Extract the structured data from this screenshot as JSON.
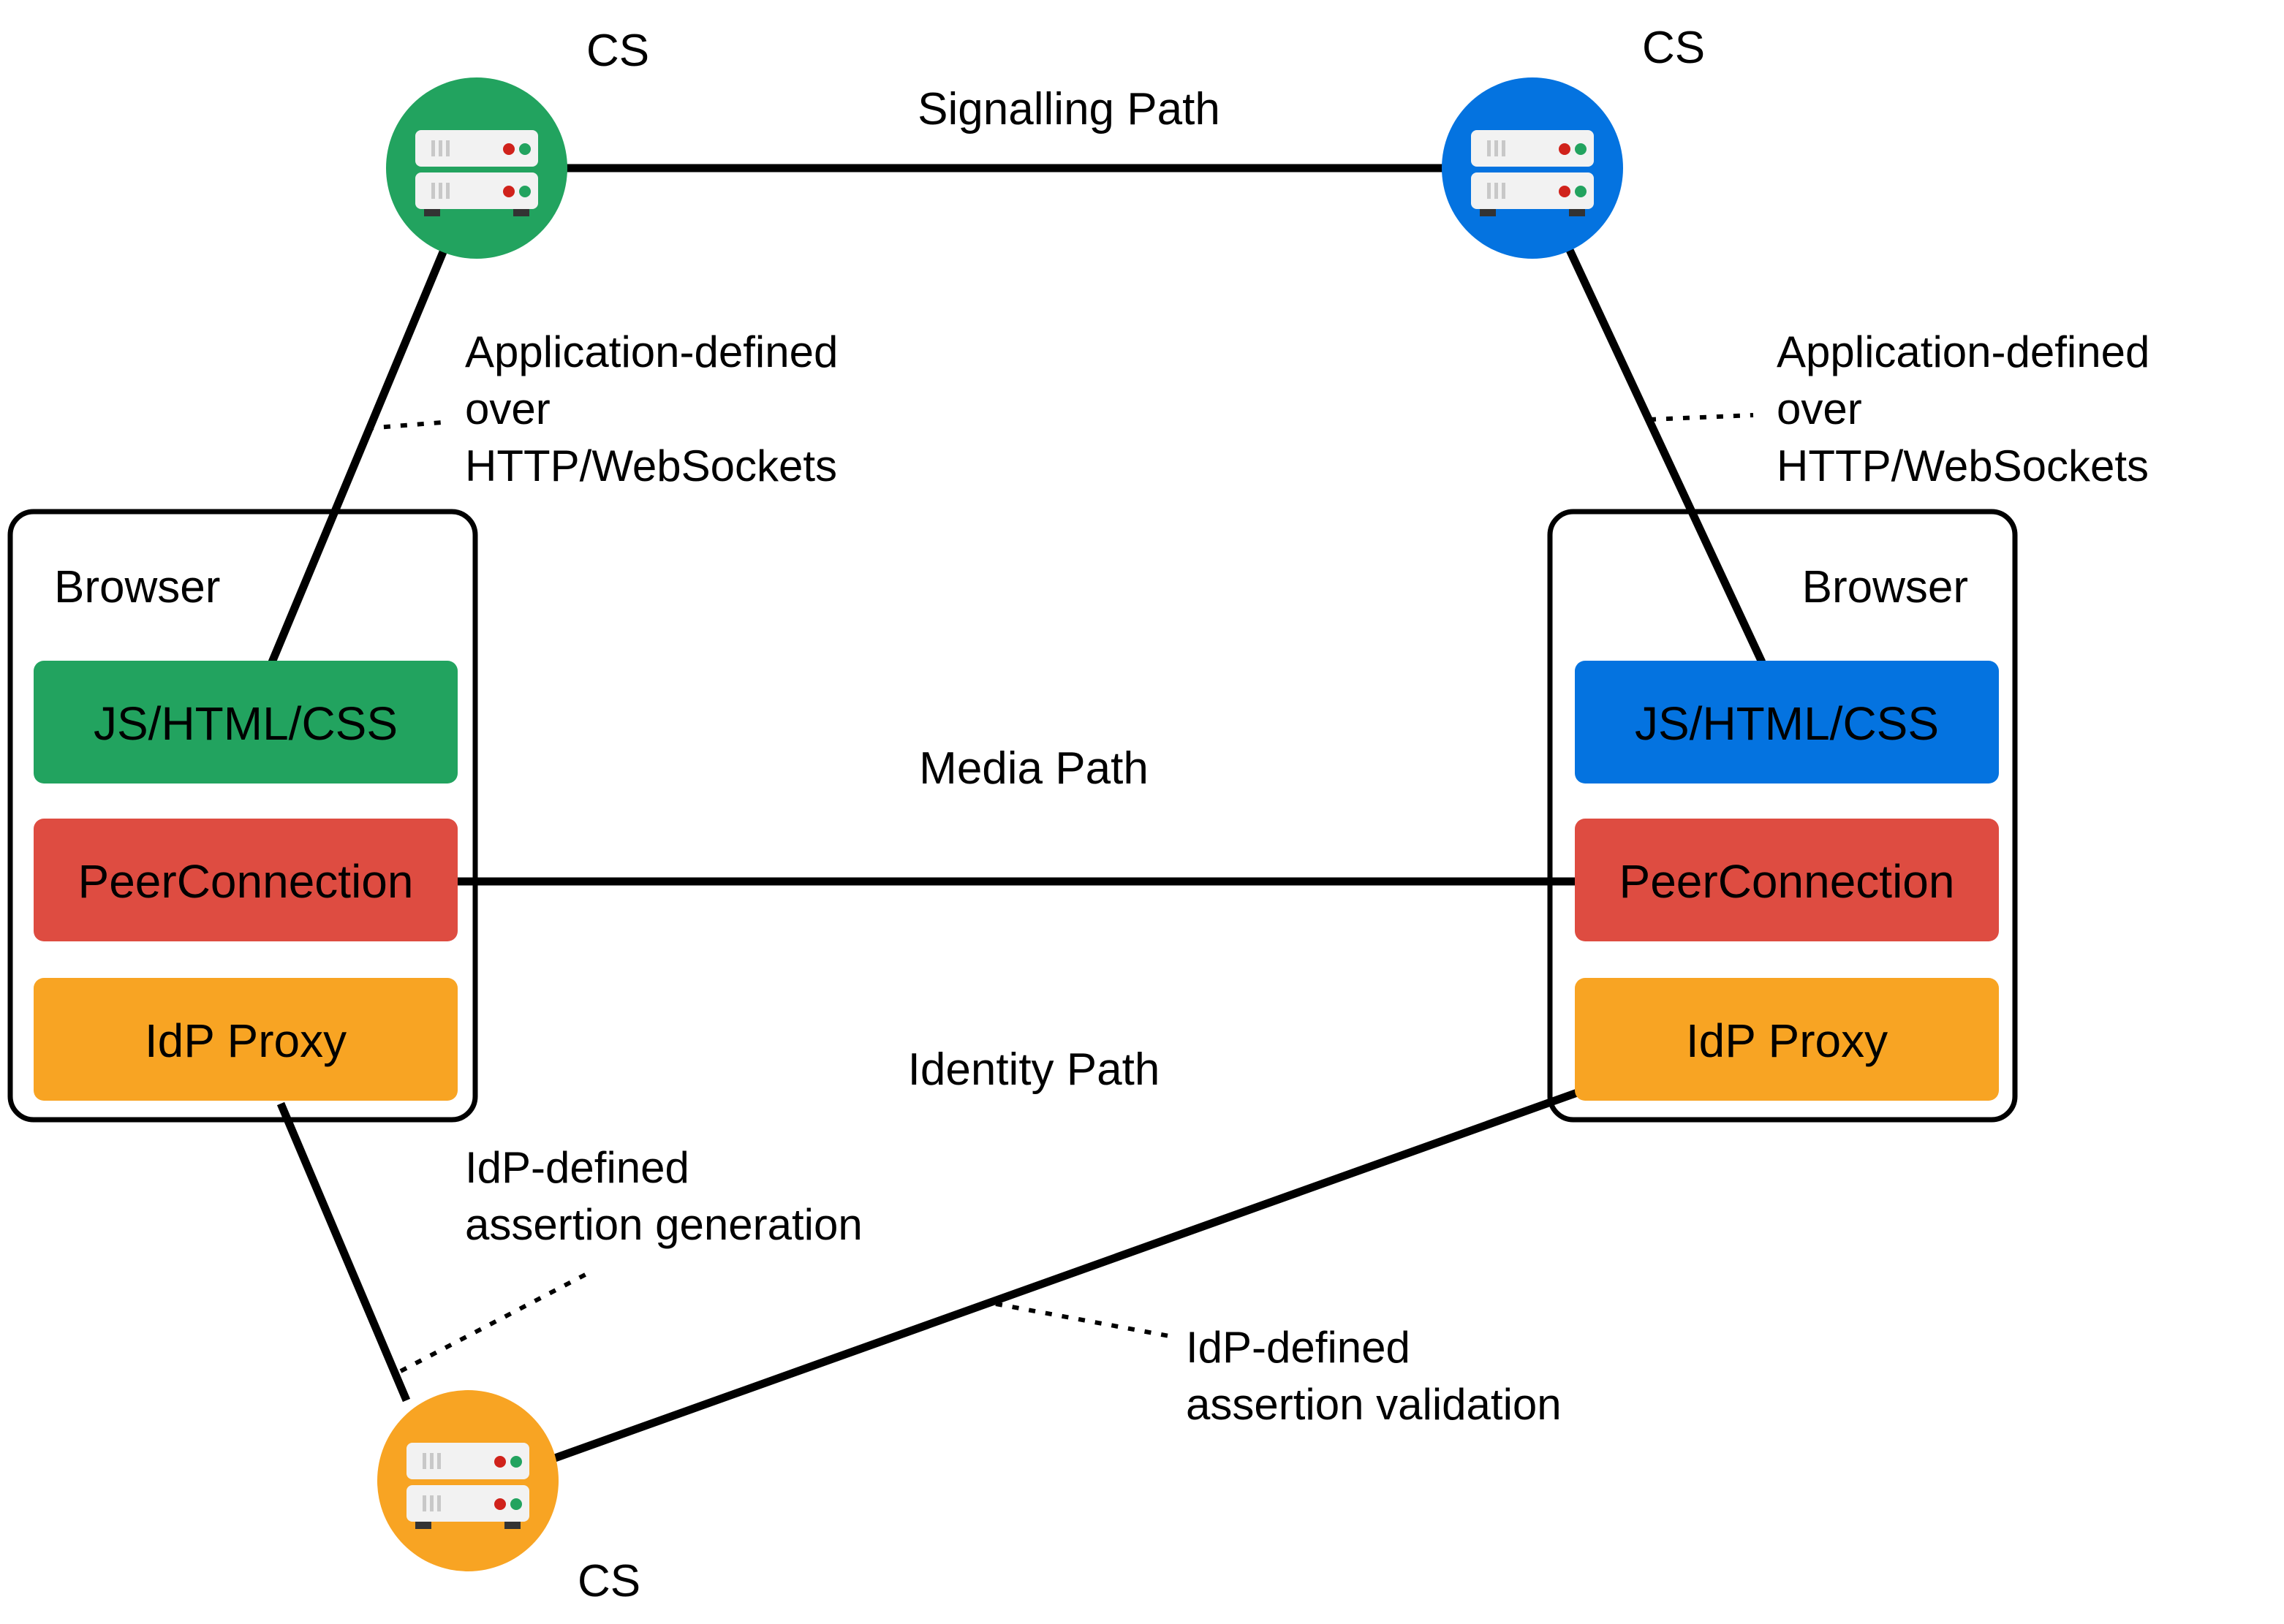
{
  "nodes": {
    "cs_top_left": {
      "label": "CS",
      "color": "#22a35f",
      "icon": "server-icon"
    },
    "cs_top_right": {
      "label": "CS",
      "color": "#0473e0",
      "icon": "server-icon"
    },
    "cs_bottom": {
      "label": "CS",
      "color": "#f8a423",
      "icon": "server-icon"
    }
  },
  "browsers": {
    "left": {
      "title": "Browser",
      "layers": {
        "app": {
          "label": "JS/HTML/CSS",
          "color": "#22a35f"
        },
        "peer": {
          "label": "PeerConnection",
          "color": "#de4c41"
        },
        "idp": {
          "label": "IdP Proxy",
          "color": "#f8a423"
        }
      }
    },
    "right": {
      "title": "Browser",
      "layers": {
        "app": {
          "label": "JS/HTML/CSS",
          "color": "#0473e0"
        },
        "peer": {
          "label": "PeerConnection",
          "color": "#de4c41"
        },
        "idp": {
          "label": "IdP Proxy",
          "color": "#f8a423"
        }
      }
    }
  },
  "paths": {
    "signalling": "Signalling Path",
    "media": "Media Path",
    "identity": "Identity Path"
  },
  "annotations": {
    "transport_left": [
      "Application-defined",
      "over",
      "HTTP/WebSockets"
    ],
    "transport_right": [
      "Application-defined",
      "over",
      "HTTP/WebSockets"
    ],
    "assertion_generation": [
      "IdP-defined",
      "assertion generation"
    ],
    "assertion_validation": [
      "IdP-defined",
      "assertion validation"
    ]
  }
}
